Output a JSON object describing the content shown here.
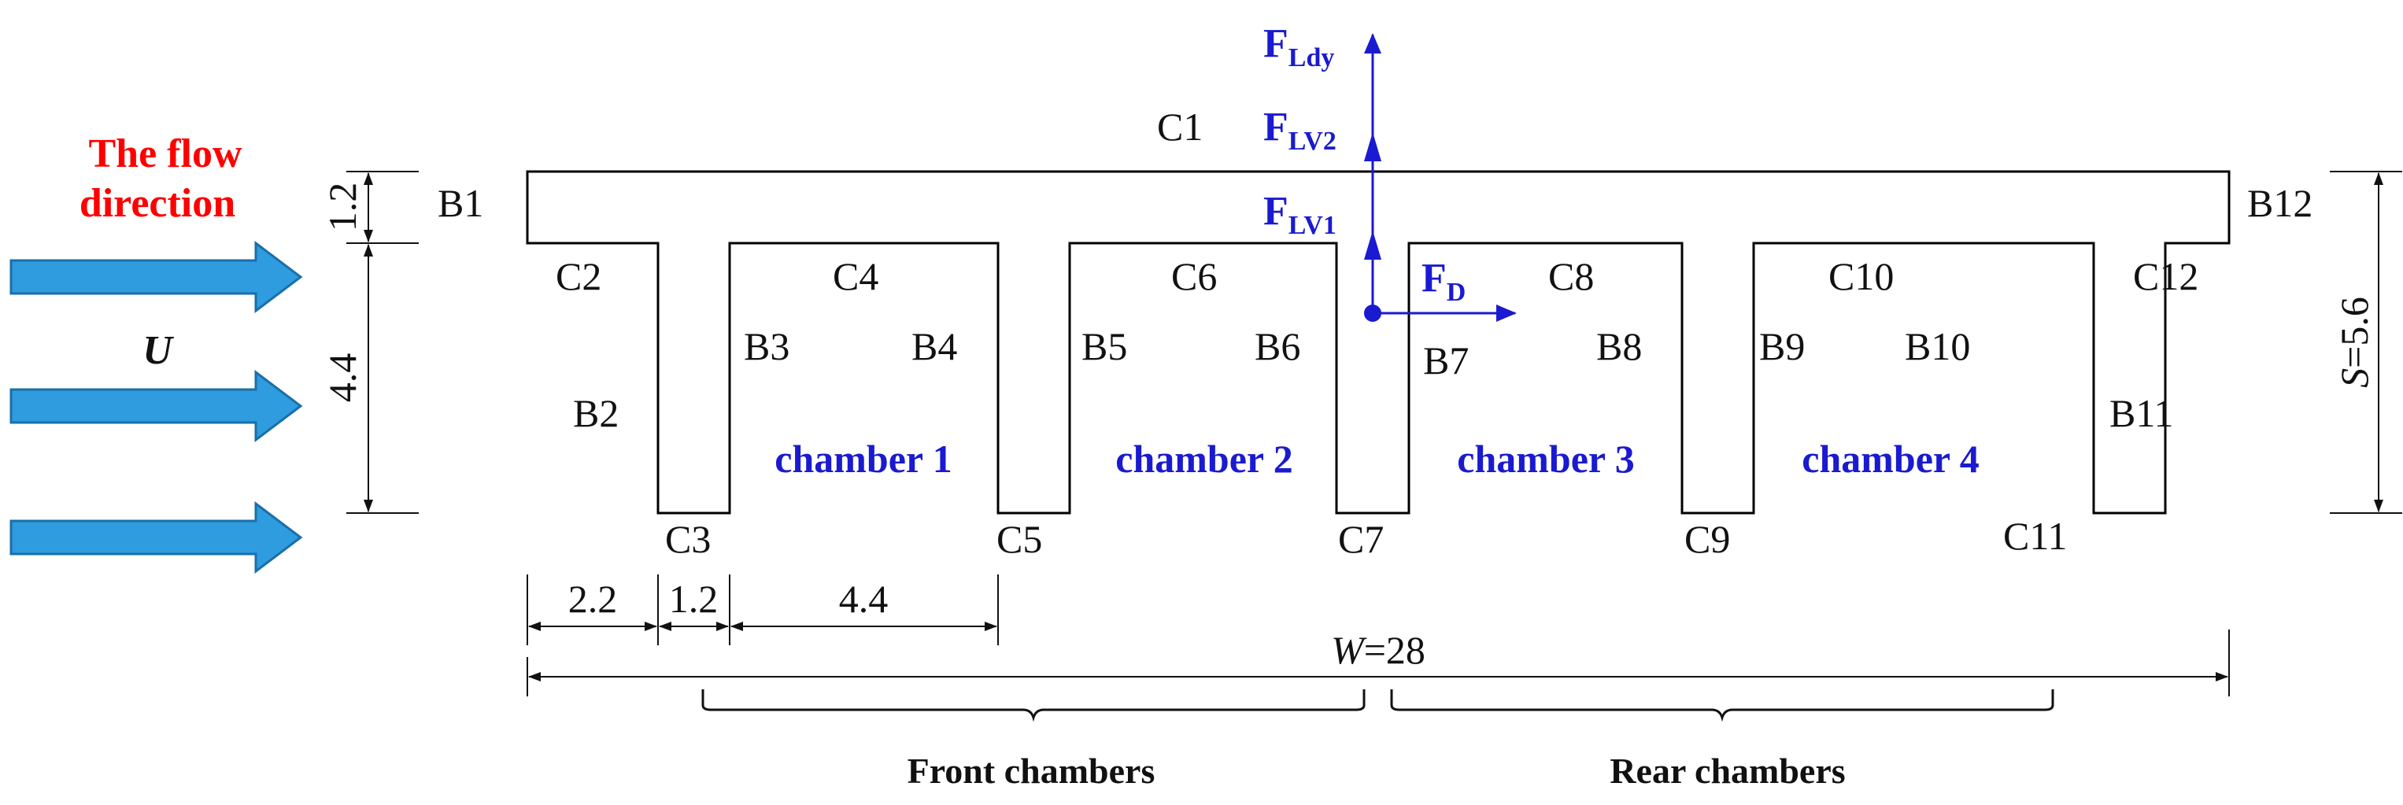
{
  "flow": {
    "line1": "The flow",
    "line2": "direction",
    "velocity_symbol": "U"
  },
  "colors": {
    "structure": "#000000",
    "chamber_label": "#1a1ad0",
    "force": "#1a1ad0",
    "flow_text": "#ff0000",
    "flow_arrow": "#2e9cdf",
    "flow_arrow_edge": "#1a6fa8"
  },
  "corner_labels": {
    "c1": "C1",
    "c2": "C2",
    "c3": "C3",
    "c4": "C4",
    "c5": "C5",
    "c6": "C6",
    "c7": "C7",
    "c8": "C8",
    "c9": "C9",
    "c10": "C10",
    "c11": "C11",
    "c12": "C12"
  },
  "boundary_labels": {
    "b1": "B1",
    "b2": "B2",
    "b3": "B3",
    "b4": "B4",
    "b5": "B5",
    "b6": "B6",
    "b7": "B7",
    "b8": "B8",
    "b9": "B9",
    "b10": "B10",
    "b11": "B11",
    "b12": "B12"
  },
  "chambers": {
    "ch1": "chamber 1",
    "ch2": "chamber 2",
    "ch3": "chamber 3",
    "ch4": "chamber 4"
  },
  "forces": {
    "fldy_main": "F",
    "fldy_sub": "Ldy",
    "flv2_main": "F",
    "flv2_sub": "LV2",
    "flv1_main": "F",
    "flv1_sub": "LV1",
    "fd_main": "F",
    "fd_sub": "D"
  },
  "dimensions": {
    "top_thickness": "1.2",
    "web_depth": "4.4",
    "edge_width": "2.2",
    "web_width": "1.2",
    "chamber_width": "4.4",
    "total_width_symbol": "W",
    "total_width_value": "=28",
    "depth_symbol": "S",
    "depth_value": "=5.6"
  },
  "groups": {
    "front": "Front chambers",
    "rear": "Rear chambers"
  }
}
